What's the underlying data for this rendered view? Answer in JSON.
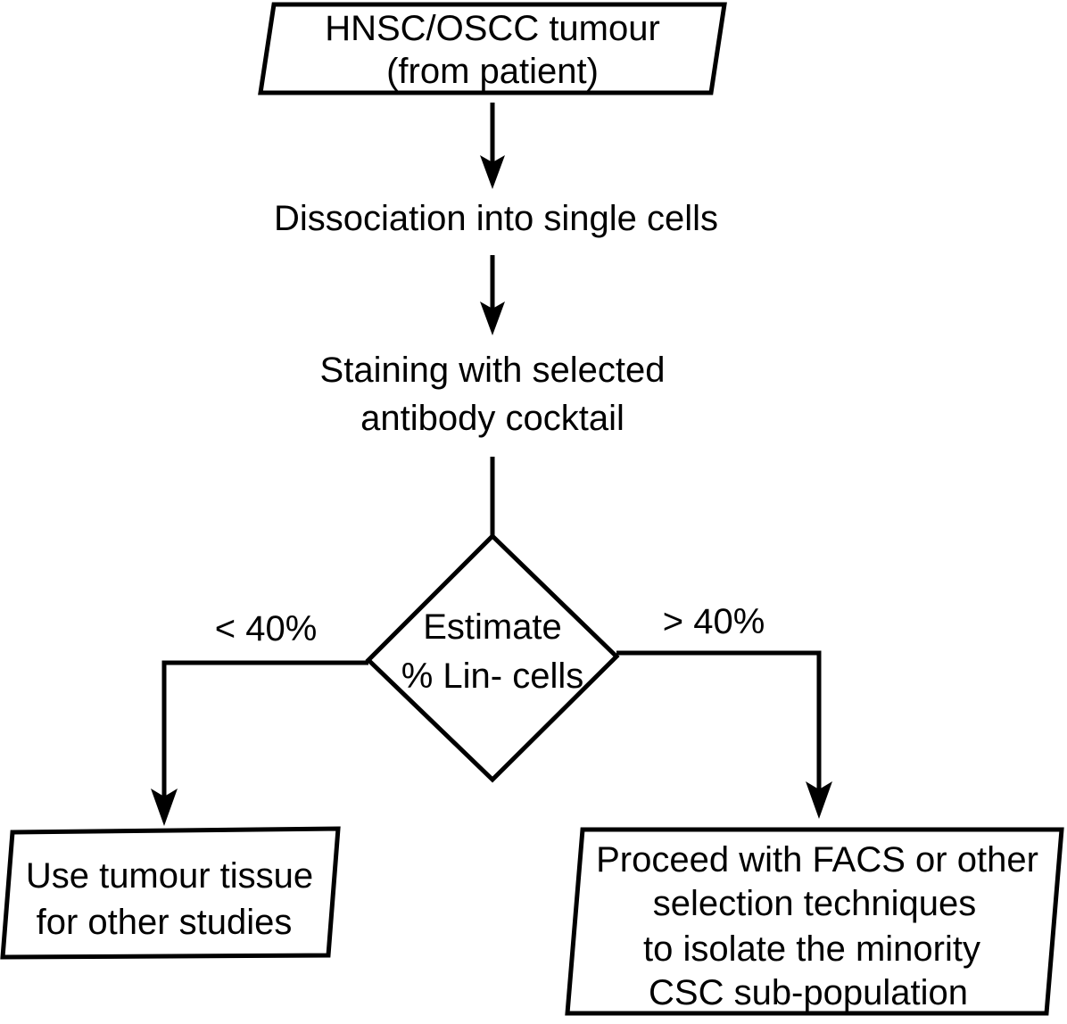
{
  "diagram": {
    "title": "CSC isolation decision workflow",
    "background_color": "#ffffff",
    "line_color": "#000000",
    "text_color": "#000000",
    "nodes": {
      "source": {
        "shape": "parallelogram",
        "lines": [
          "HNSC/OSCC tumour",
          "(from patient)"
        ]
      },
      "dissociation": {
        "shape": "plain-text",
        "lines": [
          "Dissociation into single cells"
        ]
      },
      "staining": {
        "shape": "plain-text",
        "lines": [
          "Staining with selected",
          "antibody cocktail"
        ]
      },
      "decision": {
        "shape": "diamond",
        "lines": [
          "Estimate",
          "% Lin- cells"
        ]
      },
      "left_outcome": {
        "shape": "parallelogram",
        "lines": [
          "Use tumour tissue",
          "for other studies"
        ]
      },
      "right_outcome": {
        "shape": "parallelogram",
        "lines": [
          "Proceed with FACS or other",
          "selection techniques",
          "to isolate the minority",
          "CSC sub-population"
        ]
      }
    },
    "edge_labels": {
      "left_branch": "< 40%",
      "right_branch": "> 40%"
    }
  }
}
